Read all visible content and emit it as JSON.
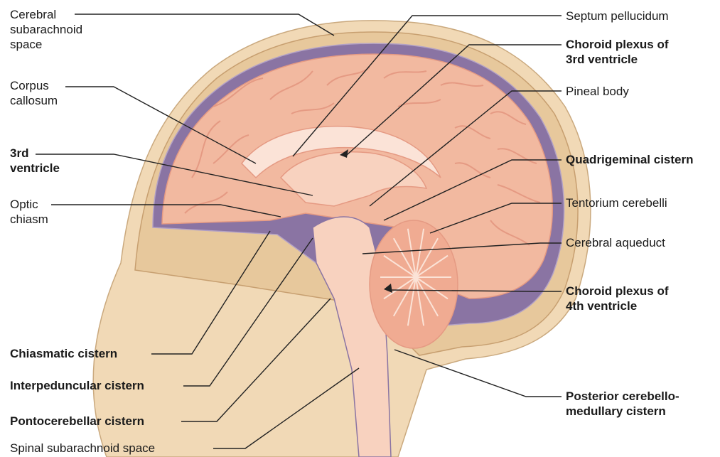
{
  "colors": {
    "scalp": "#f1d9b6",
    "skull_bone": "#e7c89c",
    "csf_space": "#8a74a3",
    "csf_light": "#b3a2c6",
    "brain": "#f2b9a0",
    "brain_fold": "#e59a83",
    "ventricle": "#fbe3d7",
    "brainstem": "#f8d2bf",
    "cerebellum": "#f0ab92",
    "line": "#222222"
  },
  "labels": {
    "cerebral_subarachnoid_space": [
      "Cerebral",
      "subarachnoid",
      "space"
    ],
    "corpus_callosum": [
      "Corpus",
      "callosum"
    ],
    "third_ventricle": [
      "3rd",
      "ventricle"
    ],
    "optic_chiasm": [
      "Optic",
      "chiasm"
    ],
    "chiasmatic_cistern": "Chiasmatic cistern",
    "interpeduncular_cistern": "Interpeduncular cistern",
    "pontocerebellar_cistern": "Pontocerebellar cistern",
    "spinal_subarachnoid_space": "Spinal subarachnoid space",
    "septum_pellucidum": "Septum pellucidum",
    "choroid_plexus_3rd": [
      "Choroid plexus of",
      "3rd ventricle"
    ],
    "pineal_body": "Pineal body",
    "quadrigeminal_cistern": "Quadrigeminal cistern",
    "tentorium_cerebelli": "Tentorium cerebelli",
    "cerebral_aqueduct": "Cerebral aqueduct",
    "choroid_plexus_4th": [
      "Choroid plexus of",
      "4th ventricle"
    ],
    "posterior_cerebellomedullary_cistern": [
      "Posterior cerebello-",
      "medullary cistern"
    ]
  }
}
